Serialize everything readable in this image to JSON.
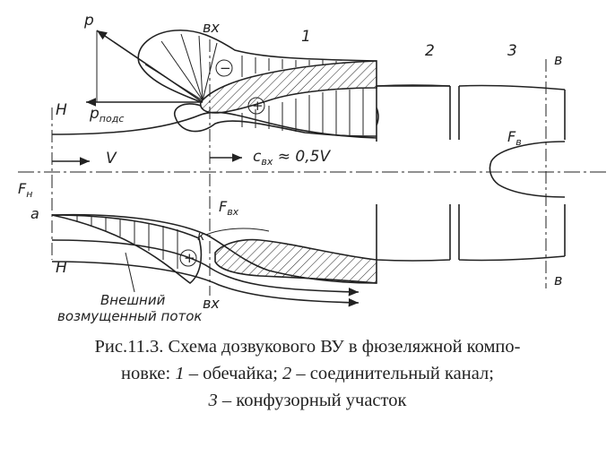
{
  "labels": {
    "p": "p",
    "p_pods": "p",
    "p_pods_sub": "подс",
    "vx_top": "вх",
    "vx_bottom": "вх",
    "n_top": "H",
    "n_bottom": "H",
    "v": "V",
    "c_vx": "c",
    "c_vx_sub": "вх",
    "c_vx_rest": " ≈ 0,5V",
    "f_n": "F",
    "f_n_sub": "н",
    "f_vx": "F",
    "f_vx_sub": "вх",
    "f_v": "F",
    "f_v_sub": "в",
    "a": "a",
    "k": "к",
    "v_top": "в",
    "v_bottom": "в",
    "num1": "1",
    "num2": "2",
    "num3": "3",
    "minus": "−",
    "plus_top": "+",
    "plus_bottom": "+",
    "external_flow_1": "Внешний",
    "external_flow_2": "возмущенный поток"
  },
  "caption": {
    "line1": "Рис.11.3. Схема дозвукового ВУ в фюзеляжной компо-",
    "line2_a": "новке: ",
    "line2_n1": "1",
    "line2_b": " – обечайка; ",
    "line2_n2": "2",
    "line2_c": " – соединительный канал;",
    "line3_n3": "3",
    "line3_a": " – конфузорный участок"
  }
}
